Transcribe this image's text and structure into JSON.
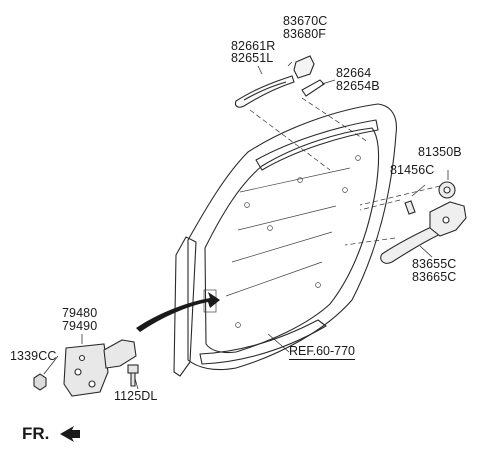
{
  "labels": {
    "bezel_upper": "83670C",
    "bezel_lower": "83680F",
    "handle_rh": "82661R",
    "handle_lh": "82651L",
    "pad_a": "82664",
    "pad_b": "82654B",
    "striker_a": "81350B",
    "striker_bolt": "81456C",
    "latch_a": "83655C",
    "latch_b": "83665C",
    "checker_a": "79480",
    "checker_b": "79490",
    "nut": "1339CC",
    "bolt": "1125DL",
    "reference": "REF.60-770",
    "front_indicator": "FR."
  }
}
